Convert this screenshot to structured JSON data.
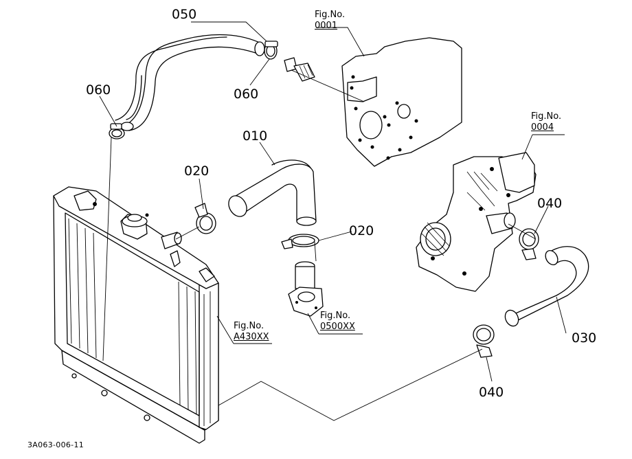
{
  "parts": {
    "p050": "050",
    "p060_left": "060",
    "p060_right": "060",
    "p010": "010",
    "p020_left": "020",
    "p020_right": "020",
    "p040_top": "040",
    "p040_bottom": "040",
    "p030": "030"
  },
  "figure_refs": {
    "engine_plate": {
      "caption": "Fig.No.",
      "number": "0001"
    },
    "water_pump": {
      "caption": "Fig.No.",
      "number": "0004"
    },
    "thermostat": {
      "caption": "Fig.No.",
      "number": "0500XX"
    },
    "radiator": {
      "caption": "Fig.No.",
      "number": "A430XX"
    }
  },
  "drawing_code": "3A063-006-11"
}
